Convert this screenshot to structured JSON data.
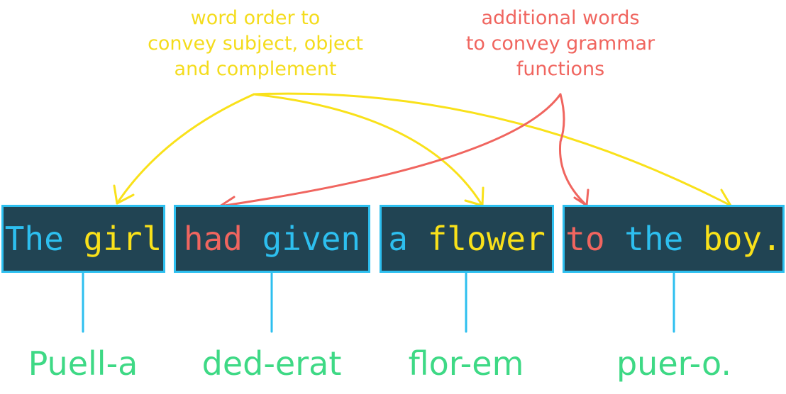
{
  "annotations": {
    "word_order": [
      "word order to",
      "convey subject, object",
      "and complement"
    ],
    "additional_words": [
      "additional words",
      "to convey grammar",
      "functions"
    ]
  },
  "boxes": [
    {
      "words": [
        {
          "text": "The",
          "color": "blue"
        },
        {
          "text": "girl",
          "color": "yellow"
        }
      ]
    },
    {
      "words": [
        {
          "text": "had",
          "color": "red"
        },
        {
          "text": "given",
          "color": "blue"
        }
      ]
    },
    {
      "words": [
        {
          "text": "a",
          "color": "blue"
        },
        {
          "text": "flower",
          "color": "yellow"
        }
      ]
    },
    {
      "words": [
        {
          "text": "to",
          "color": "red"
        },
        {
          "text": "the",
          "color": "blue"
        },
        {
          "text": "boy.",
          "color": "yellow"
        }
      ]
    }
  ],
  "latin": [
    "Puell-a",
    "ded-erat",
    "flor-em",
    "puer-o."
  ],
  "colors": {
    "box_bg": "#214453",
    "box_border": "#2dbfef",
    "blue": "#2dbfef",
    "yellow": "#f9e11a",
    "red": "#f0655f",
    "green": "#3ed985"
  }
}
